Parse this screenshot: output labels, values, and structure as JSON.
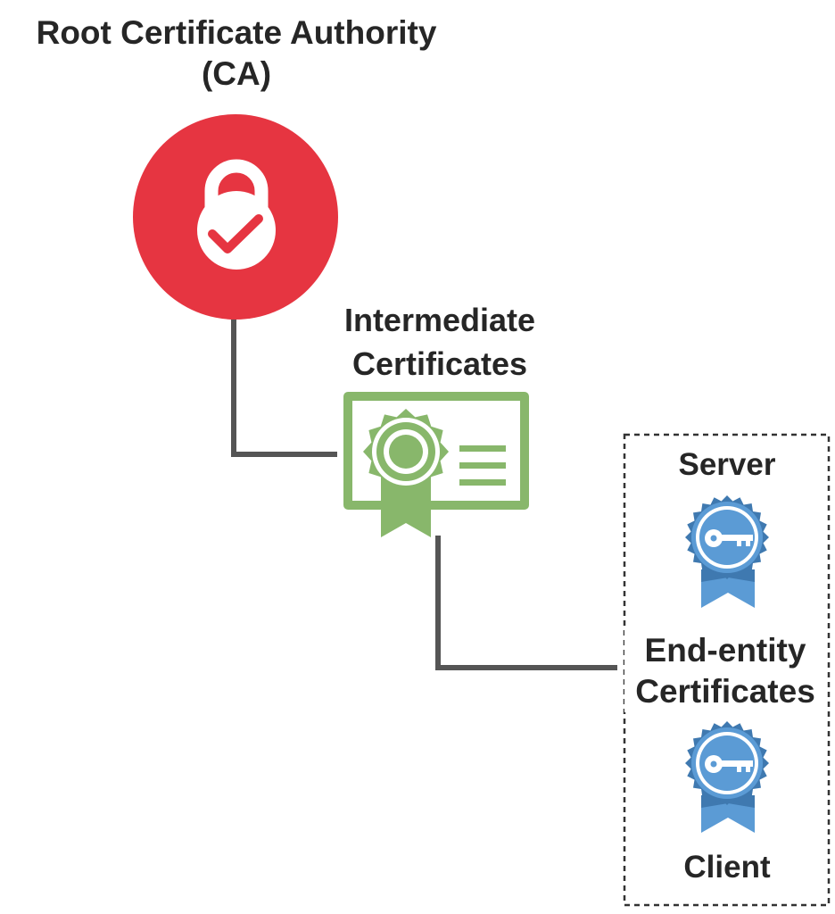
{
  "root_ca": {
    "title_line1": "Root Certificate Authority",
    "title_line2": "(CA)",
    "icon": "padlock-check-icon",
    "color": "#e63541"
  },
  "intermediate": {
    "title_line1": "Intermediate",
    "title_line2": "Certificates",
    "icon": "certificate-ribbon-icon",
    "color": "#88b76b"
  },
  "end_entity": {
    "title_line1": "End-entity",
    "title_line2": "Certificates",
    "server_label": "Server",
    "client_label": "Client",
    "icon": "key-badge-icon",
    "color": "#5b9bd5",
    "border_style": "dashed"
  },
  "connector_color": "#555555"
}
